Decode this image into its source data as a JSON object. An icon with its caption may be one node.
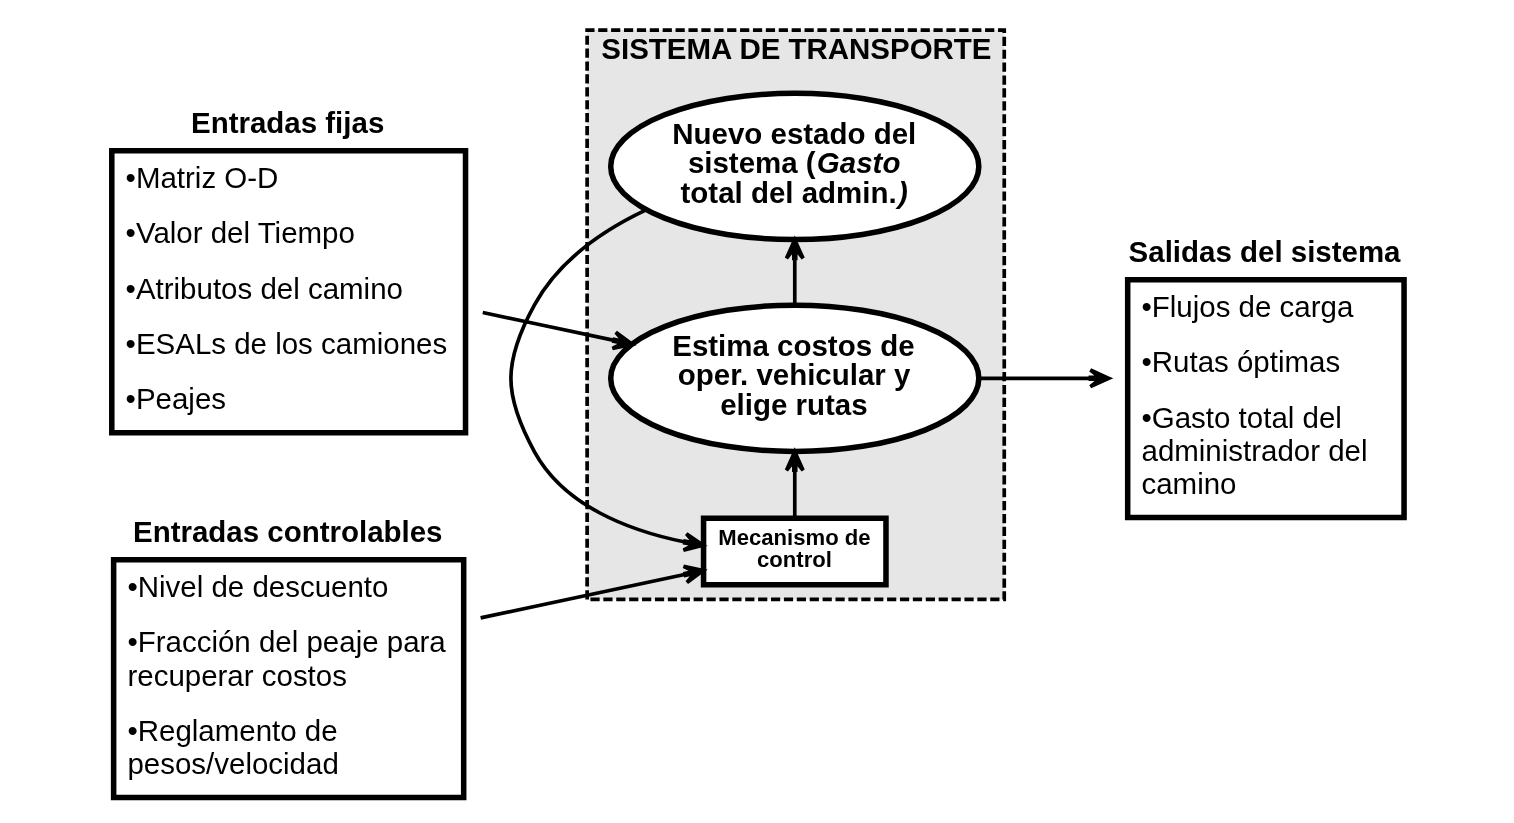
{
  "diagram": {
    "nodes": [
      {
        "text": [
          "Entradas fijas",
          "•Matriz O-D",
          "•Valor del Tiempo",
          "•Atributos del camino",
          "•ESALs de los camiones",
          "•Peajes"
        ]
      },
      {
        "text": [
          "Entradas controlables",
          "•Nivel de descuento",
          "•Fracción del peaje para recuperar costos",
          "•Reglamento de pesos/velocidad"
        ]
      },
      {
        "text": [
          "SISTEMA DE TRANSPORTE"
        ]
      },
      {
        "text": [
          "Estima costos de oper. vehicular y elige rutas"
        ],
        "in": 2
      },
      {
        "text": [
          "Nuevo estado del sistema (*Gasto total del admin.*)"
        ],
        "in": 2
      },
      {
        "text": [
          "Mecanismo de control"
        ],
        "in": 2
      },
      {
        "text": [
          "Salidas del sistema",
          "•Flujos de carga",
          "•Rutas óptimas",
          "•Gasto total del administrador del camino"
        ]
      }
    ],
    "edges": [
      {
        "from": 0,
        "to": 3,
        "arrow": "to"
      },
      {
        "from": 3,
        "to": 6,
        "arrow": "to"
      },
      {
        "from": 3,
        "to": 4,
        "arrow": "to"
      },
      {
        "from": 4,
        "to": 5,
        "arrow": "to"
      },
      {
        "from": 5,
        "to": 3,
        "arrow": "to"
      },
      {
        "from": 1,
        "to": 5,
        "arrow": "to"
      }
    ]
  }
}
